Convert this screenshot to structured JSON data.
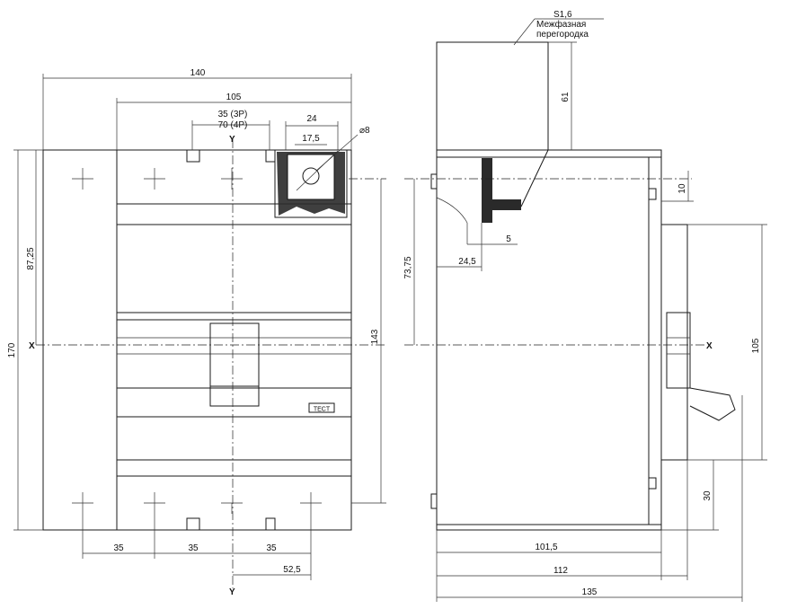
{
  "front_view": {
    "dims": {
      "overall_width": "140",
      "terminal_width": "105",
      "pitch_poles": "35 (3P)",
      "pitch_poles_4p": "70 (4P)",
      "terminal_size": "24",
      "terminal_inner": "17,5",
      "hole": "⌀8",
      "height_total": "170",
      "half_height": "87,25",
      "mount_height": "143",
      "pitch_1": "35",
      "pitch_2": "35",
      "pitch_3": "35",
      "offset": "52,5"
    },
    "axis_x": "X",
    "axis_y_top": "Y",
    "axis_y_bottom": "Y",
    "test_label": "TECT"
  },
  "side_view": {
    "dims": {
      "thickness": "S1,6",
      "barrier_line1": "Межфазная",
      "barrier_line2": "перегородка",
      "barrier_height": "61",
      "lug_offset": "10",
      "depth_73": "73,75",
      "lug_width": "24,5",
      "lug_thickness": "5",
      "depth_101": "101,5",
      "depth_112": "112",
      "depth_135": "135",
      "handle_height": "105",
      "handle_offset": "30"
    },
    "axis_x": "X"
  }
}
